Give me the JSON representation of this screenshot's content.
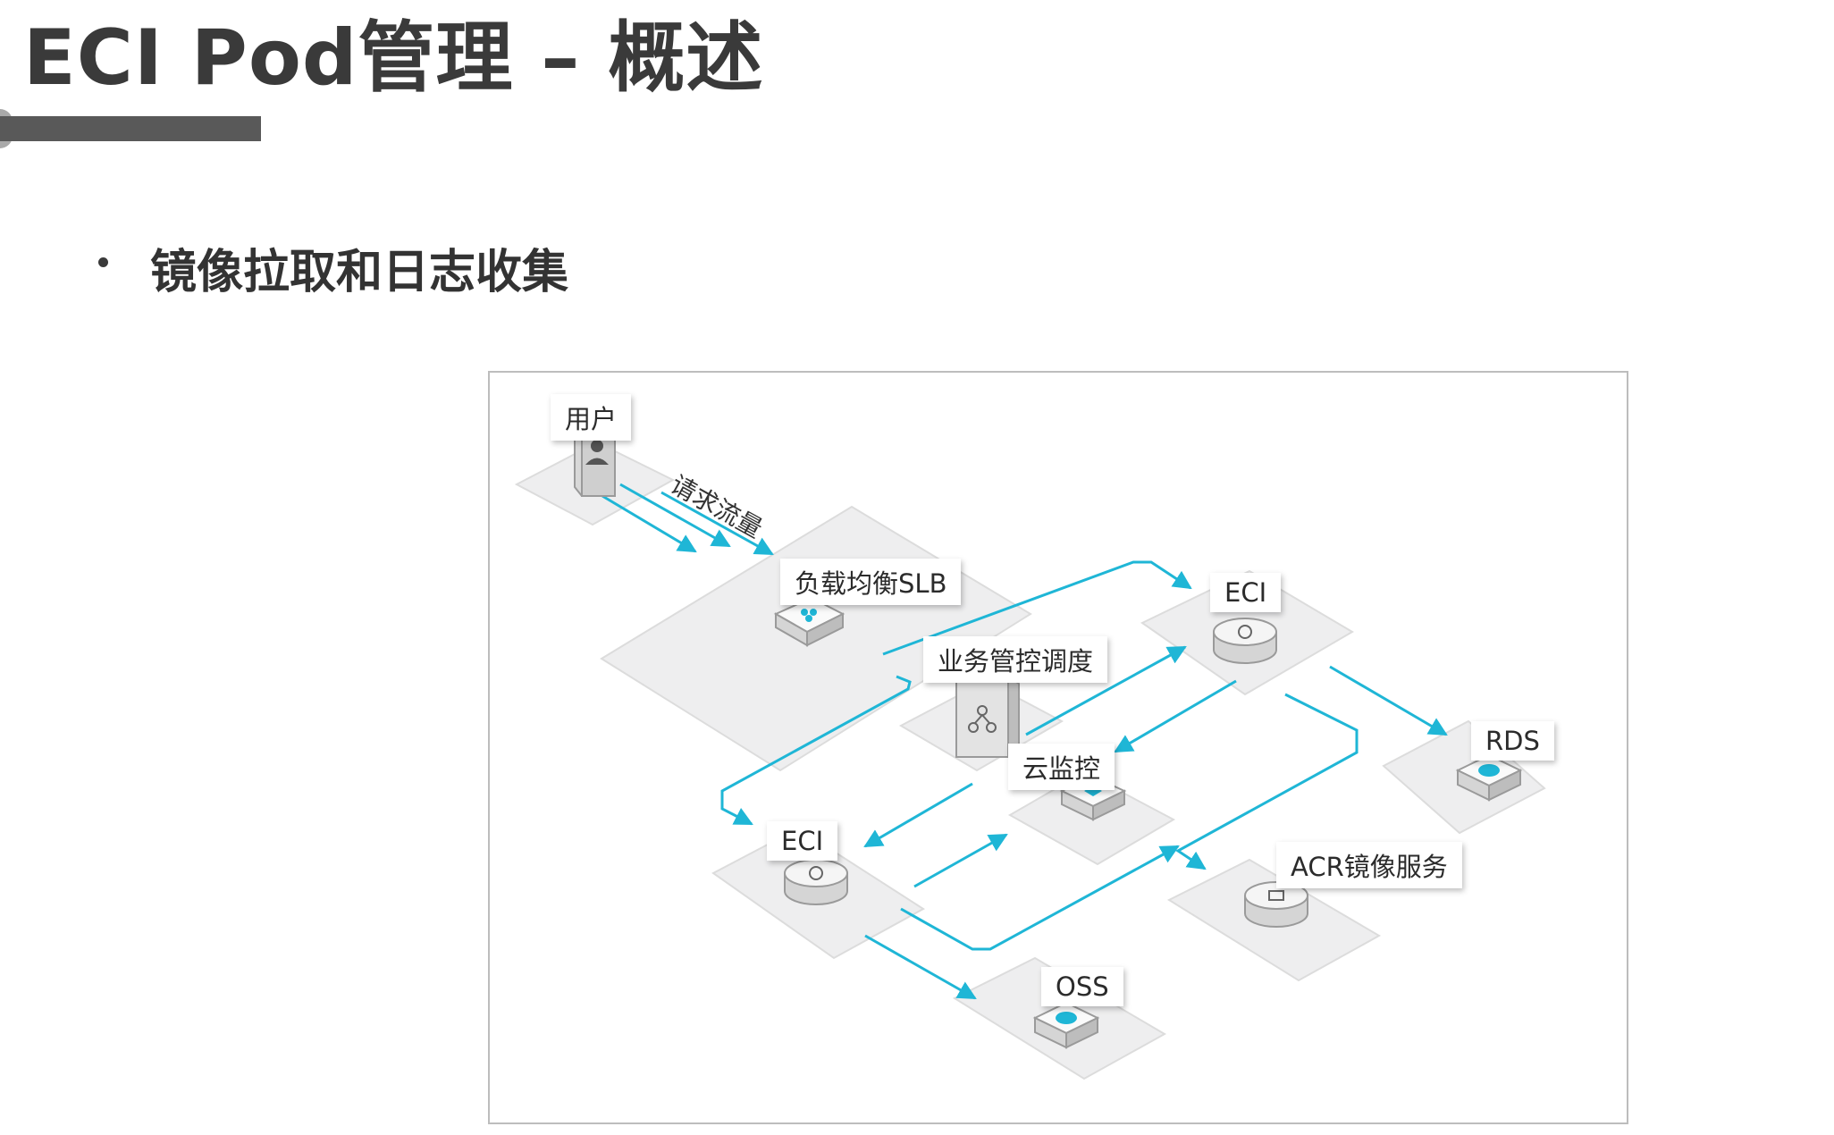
{
  "slide": {
    "title": "ECI Pod管理 – 概述",
    "bullet": "镜像拉取和日志收集"
  },
  "diagram": {
    "flow_label": "请求流量",
    "nodes": {
      "user": "用户",
      "slb": "负载均衡SLB",
      "scheduler": "业务管控调度",
      "eci_top": "ECI",
      "eci_left": "ECI",
      "monitor": "云监控",
      "rds": "RDS",
      "acr": "ACR镜像服务",
      "oss": "OSS"
    },
    "colors": {
      "arrow": "#1fb6d6",
      "platform": "#eeeeef",
      "label_bg": "#ffffff",
      "title_bar": "#595959"
    }
  }
}
